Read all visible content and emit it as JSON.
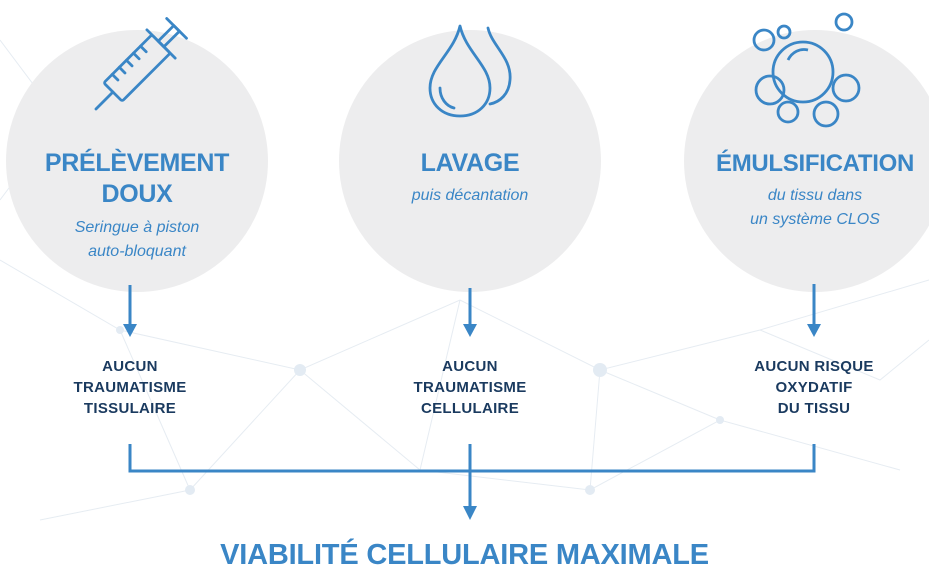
{
  "steps": [
    {
      "icon": "syringe-icon",
      "title_line1": "PRÉLÈVEMENT",
      "title_line2": "DOUX",
      "sub_line1": "Seringue à piston",
      "sub_line2": "auto-bloquant",
      "effect_line1": "AUCUN",
      "effect_line2": "TRAUMATISME",
      "effect_line3": "TISSULAIRE"
    },
    {
      "icon": "droplets-icon",
      "title_line1": "LAVAGE",
      "sub_line1": "puis décantation",
      "effect_line1": "AUCUN",
      "effect_line2": "TRAUMATISME",
      "effect_line3": "CELLULAIRE"
    },
    {
      "icon": "bubbles-icon",
      "title_line1": "ÉMULSIFICATION",
      "sub_line1": "du tissu dans",
      "sub_line2": "un système CLOS",
      "effect_line1": "AUCUN RISQUE",
      "effect_line2": "OXYDATIF",
      "effect_line3": "DU TISSU"
    }
  ],
  "result": "VIABILITÉ CELLULAIRE MAXIMALE",
  "colors": {
    "accent": "#3a86c6",
    "effect_text": "#1a3a5f",
    "circle_fill": "#ededee",
    "connector": "#3a86c6"
  }
}
